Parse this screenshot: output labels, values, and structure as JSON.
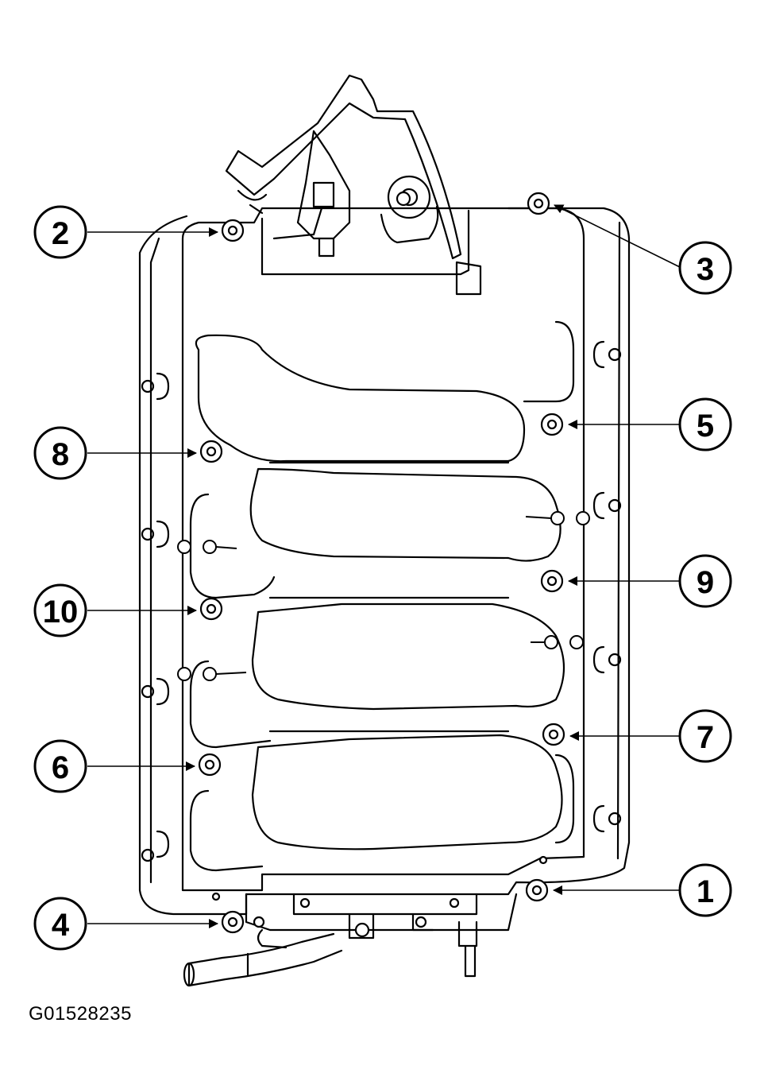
{
  "figure_id": "G01528235",
  "callouts": {
    "c1": "1",
    "c2": "2",
    "c3": "3",
    "c4": "4",
    "c5": "5",
    "c6": "6",
    "c7": "7",
    "c8": "8",
    "c9": "9",
    "c10": "10"
  },
  "colors": {
    "ink": "#000000",
    "paper": "#ffffff"
  }
}
